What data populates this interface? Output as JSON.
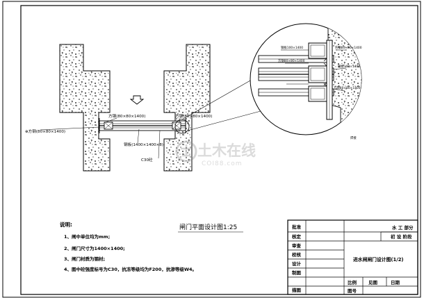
{
  "labels": {
    "left_square_steel": "⊕方钢(80×80×1400)",
    "square_steel_top": "方钢(80×80×1400)",
    "square_steel_right": "方钢(80×80×1400)",
    "steel_plate": "钢板(1400×1400×8)",
    "c30_concrete": "C30砼",
    "zoom_label_1": "钢板100×1400",
    "zoom_label_2": "方钢80×80×1400",
    "zoom_label_3": "方钢80×80×1400",
    "zoom_label_4": "钢板100×1400",
    "zoom_label_5": "方钢80×80×1400",
    "zoom_label_6": "焊接"
  },
  "plan_title": "闸门平面设计图1:25",
  "notes": {
    "heading": "说明:",
    "items": [
      "1、闸中单位均为mm;",
      "2、闸门尺寸为1400×1400;",
      "3、闸门材质为钢材;",
      "4、图中砼强度标号为C30，抗冻等级均为F200，抗渗等级W4。"
    ]
  },
  "title_block": {
    "roles": [
      "批准",
      "核定",
      "审查",
      "校核",
      "设计",
      "制图",
      "描图"
    ],
    "dept": "水 工 部分",
    "stage": "初 设 阶段",
    "drawing_title": "进水闸闸门设计图(1/2)",
    "scale_label": "比例",
    "scale_value": "见图",
    "date_label": "日期",
    "drawing_no_label": "图号"
  },
  "watermark": {
    "brand": "土木在线",
    "site": "COI88.com"
  }
}
